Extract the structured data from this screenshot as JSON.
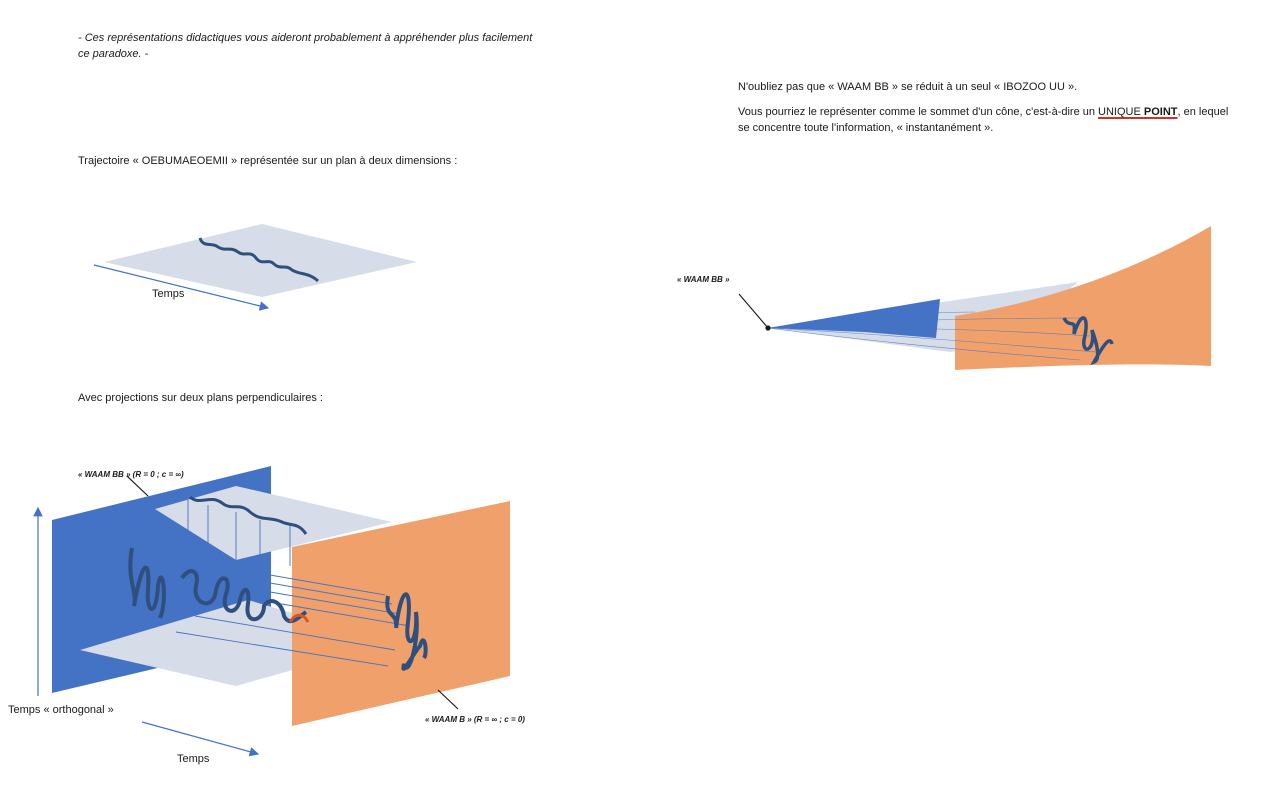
{
  "intro": {
    "line1": "- Ces représentations didactiques vous aideront probablement à appréhender plus facilement",
    "line2": "ce paradoxe. -"
  },
  "section1": {
    "caption": "Trajectoire « OEBUMAEOEMII » représentée sur un plan à deux dimensions :",
    "axis_label": "Temps"
  },
  "section2": {
    "caption": "Avec projections sur deux plans perpendiculaires :",
    "label_waam_bb": "« WAAM BB » (R = 0 ; c = ∞)",
    "label_waam_b": "« WAAM B » (R = ∞ ; c = 0)",
    "axis_vertical": "Temps « orthogonal »",
    "axis_horizontal": "Temps"
  },
  "right": {
    "para1": "N'oubliez pas que « WAAM BB » se réduit à un seul « IBOZOO UU ».",
    "para2_before": "Vous pourriez le représenter comme le sommet d'un cône, c'est-à-dire un ",
    "para2_highlight_a": "UNIQUE ",
    "para2_highlight_b": "POINT",
    "para2_after": ", en lequel",
    "para2_line2": "se concentre toute l'information, « instantanément ».",
    "cone_label": "« WAAM BB »"
  },
  "colors": {
    "blue_plane": "#4472c4",
    "orange_plane": "#f0a06a",
    "grey_plane": "#d6dce8",
    "trajectory": "#2f4f7f",
    "underline": "#d0312d"
  }
}
